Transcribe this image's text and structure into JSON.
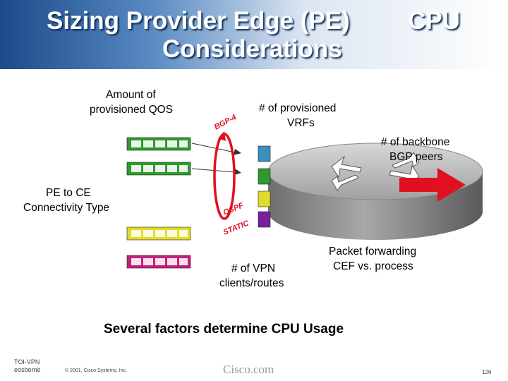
{
  "title": {
    "line1": "Sizing Provider Edge (PE)",
    "line2": "Considerations",
    "cpu": "CPU"
  },
  "labels": {
    "qos": "Amount of provisioned QOS",
    "qos_line1": "Amount of",
    "qos_line2": "provisioned QOS",
    "vrfs_line1": "# of provisioned",
    "vrfs_line2": "VRFs",
    "bgp_peers_line1": "# of backbone",
    "bgp_peers_line2": "BGP peers",
    "pe_ce_line1": "PE to CE",
    "pe_ce_line2": "Connectivity Type",
    "vpn_line1": "# of VPN",
    "vpn_line2": "clients/routes",
    "forwarding_line1": "Packet forwarding",
    "forwarding_line2": "CEF vs. process",
    "bgp4": "BGP-4",
    "ospf": "OSPF",
    "static": "STATIC"
  },
  "summary": "Several factors determine CPU Usage",
  "footer": {
    "left_line1": "TOI-VPN",
    "left_line2": "eosborne",
    "copyright": "© 2001, Cisco Systems, Inc.",
    "brand": "Cisco.com",
    "page": "126"
  },
  "colors": {
    "green_box": "#2e9a2e",
    "yellow_box": "#e0dc2a",
    "magenta_box": "#c2207a",
    "blue_box": "#3b8ec0",
    "purple_box": "#7a1f9a",
    "arrow_red": "#e01020",
    "router_grey": "#9a9a9a"
  }
}
